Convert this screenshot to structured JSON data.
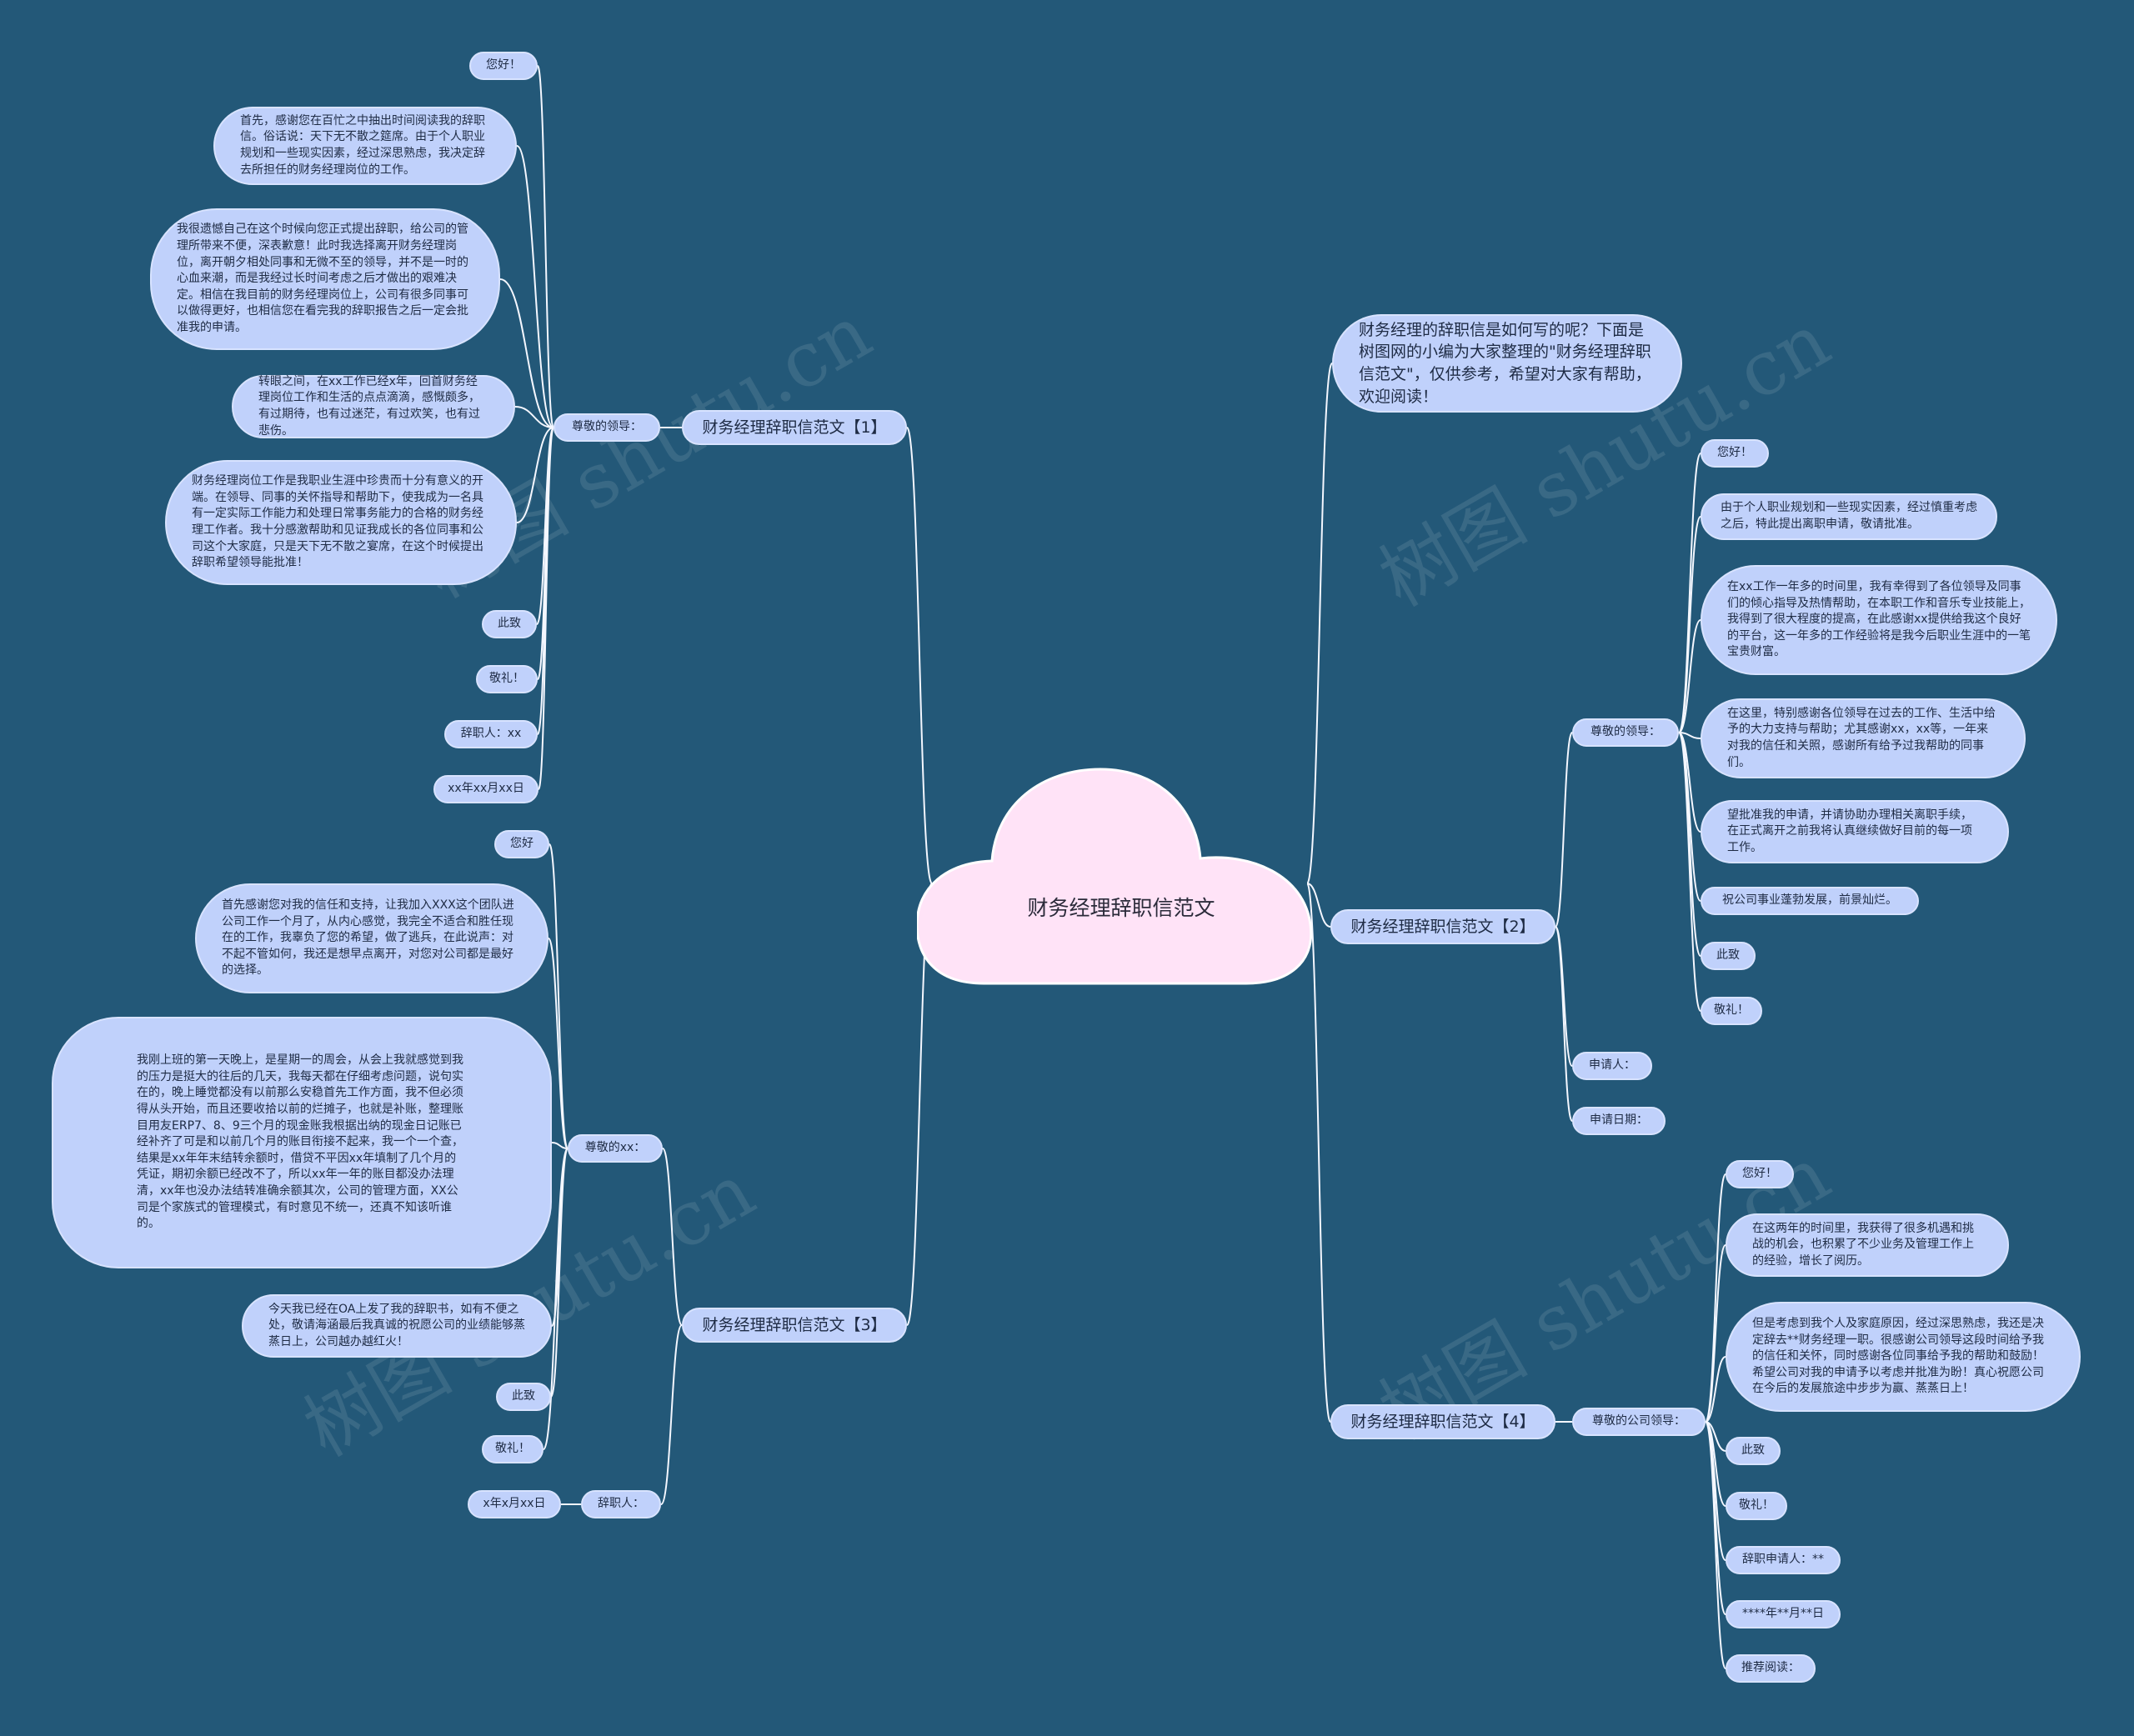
{
  "root": {
    "title": "财务经理辞职信范文"
  },
  "intro": "财务经理的辞职信是如何写的呢？下面是树图网的小编为大家整理的\"财务经理辞职信范文\"，仅供参考，希望对大家有帮助，欢迎阅读！",
  "watermark": "树图 shutu.cn",
  "branch1": {
    "label": "财务经理辞职信范文【1】",
    "greeting": "尊敬的领导：",
    "hello": "您好！",
    "p1": "首先，感谢您在百忙之中抽出时间阅读我的辞职信。俗话说：天下无不散之筵席。由于个人职业规划和一些现实因素，经过深思熟虑，我决定辞去所担任的财务经理岗位的工作。",
    "p2": "我很遗憾自己在这个时候向您正式提出辞职，给公司的管理所带来不便，深表歉意！此时我选择离开财务经理岗位，离开朝夕相处同事和无微不至的领导，并不是一时的心血来潮，而是我经过长时间考虑之后才做出的艰难决定。相信在我目前的财务经理岗位上，公司有很多同事可以做得更好，也相信您在看完我的辞职报告之后一定会批准我的申请。",
    "p3": "转眼之间，在xx工作已经x年，回首财务经理岗位工作和生活的点点滴滴，感慨颇多，有过期待，也有过迷茫，有过欢笑，也有过悲伤。",
    "p4": "财务经理岗位工作是我职业生涯中珍贵而十分有意义的开端。在领导、同事的关怀指导和帮助下，使我成为一名具有一定实际工作能力和处理日常事务能力的合格的财务经理工作者。我十分感激帮助和见证我成长的各位同事和公司这个大家庭，只是天下无不散之宴席，在这个时候提出辞职希望领导能批准！",
    "closing1": "此致",
    "closing2": "敬礼！",
    "signer": "辞职人：xx",
    "date": "xx年xx月xx日"
  },
  "branch2": {
    "label": "财务经理辞职信范文【2】",
    "greeting": "尊敬的领导：",
    "hello": "您好！",
    "p1": "由于个人职业规划和一些现实因素，经过慎重考虑之后，特此提出离职申请，敬请批准。",
    "p2": "在xx工作一年多的时间里，我有幸得到了各位领导及同事们的倾心指导及热情帮助，在本职工作和音乐专业技能上，我得到了很大程度的提高，在此感谢xx提供给我这个良好的平台，这一年多的工作经验将是我今后职业生涯中的一笔宝贵财富。",
    "p3": "在这里，特别感谢各位领导在过去的工作、生活中给予的大力支持与帮助；尤其感谢xx，xx等，一年来对我的信任和关照，感谢所有给予过我帮助的同事们。",
    "p4": "望批准我的申请，并请协助办理相关离职手续，在正式离开之前我将认真继续做好目前的每一项工作。",
    "wish": "祝公司事业蓬勃发展，前景灿烂。",
    "closing1": "此致",
    "closing2": "敬礼！",
    "applicant": "申请人：",
    "date": "申请日期："
  },
  "branch3": {
    "label": "财务经理辞职信范文【3】",
    "greeting": "尊敬的xx：",
    "hello": "您好",
    "p1": "首先感谢您对我的信任和支持，让我加入XXX这个团队进公司工作一个月了，从内心感觉，我完全不适合和胜任现在的工作，我辜负了您的希望，做了逃兵，在此说声：对不起不管如何，我还是想早点离开，对您对公司都是最好的选择。",
    "p2": "我刚上班的第一天晚上，是星期一的周会，从会上我就感觉到我的压力是挺大的往后的几天，我每天都在仔细考虑问题，说句实在的，晚上睡觉都没有以前那么安稳首先工作方面，我不但必须得从头开始，而且还要收拾以前的烂摊子，也就是补账，整理账目用友ERP7、8、9三个月的现金账我根据出纳的现金日记账已经补齐了可是和以前几个月的账目衔接不起来，我一个一个查，结果是xx年年末结转余额时，借贷不平因xx年填制了几个月的凭证，期初余额已经改不了，所以xx年一年的账目都没办法理清，xx年也没办法结转准确余额其次，公司的管理方面，XX公司是个家族式的管理模式，有时意见不统一，还真不知该听谁的。",
    "p3": "今天我已经在OA上发了我的辞职书，如有不便之处，敬请海涵最后我真诚的祝愿公司的业绩能够蒸蒸日上，公司越办越红火！",
    "closing1": "此致",
    "closing2": "敬礼！",
    "signer": "辞职人：",
    "date": "x年x月xx日"
  },
  "branch4": {
    "label": "财务经理辞职信范文【4】",
    "greeting": "尊敬的公司领导：",
    "hello": "您好！",
    "p1": "在这两年的时间里，我获得了很多机遇和挑战的机会，也积累了不少业务及管理工作上的经验，增长了阅历。",
    "p2": "但是考虑到我个人及家庭原因，经过深思熟虑，我还是决定辞去**财务经理一职。很感谢公司领导这段时间给予我的信任和关怀，同时感谢各位同事给予我的帮助和鼓励！希望公司对我的申请予以考虑并批准为盼！真心祝愿公司在今后的发展旅途中步步为赢、蒸蒸日上！",
    "closing1": "此致",
    "closing2": "敬礼！",
    "signer": "辞职申请人：**",
    "date": "****年**月**日",
    "recommend": "推荐阅读："
  }
}
